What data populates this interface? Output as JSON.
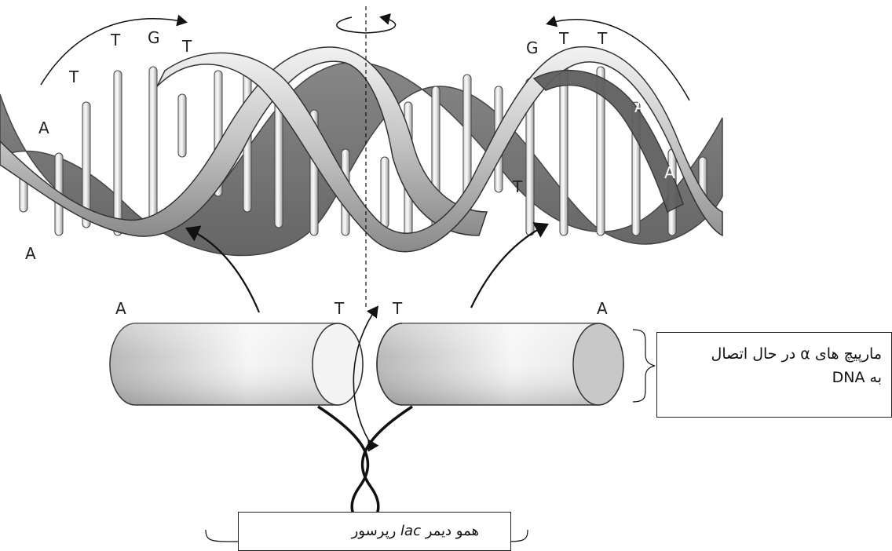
{
  "dna": {
    "left_labels": [
      "A",
      "T",
      "T",
      "G",
      "T",
      "A"
    ],
    "right_labels": [
      "G",
      "T",
      "T",
      "A",
      "A",
      "T"
    ]
  },
  "repressor": {
    "helix_end_labels": [
      "A",
      "T",
      "T",
      "A"
    ]
  },
  "callouts": {
    "helix": {
      "line1_prefix": "مارپیچ های",
      "line1_symbol": "α",
      "line1_suffix": "در حال اتصال",
      "line2_prefix": "به",
      "line2_term": "DNA"
    },
    "dimer": {
      "prefix": "همو دیمر",
      "term": "lac",
      "suffix": "رپرسور"
    }
  }
}
